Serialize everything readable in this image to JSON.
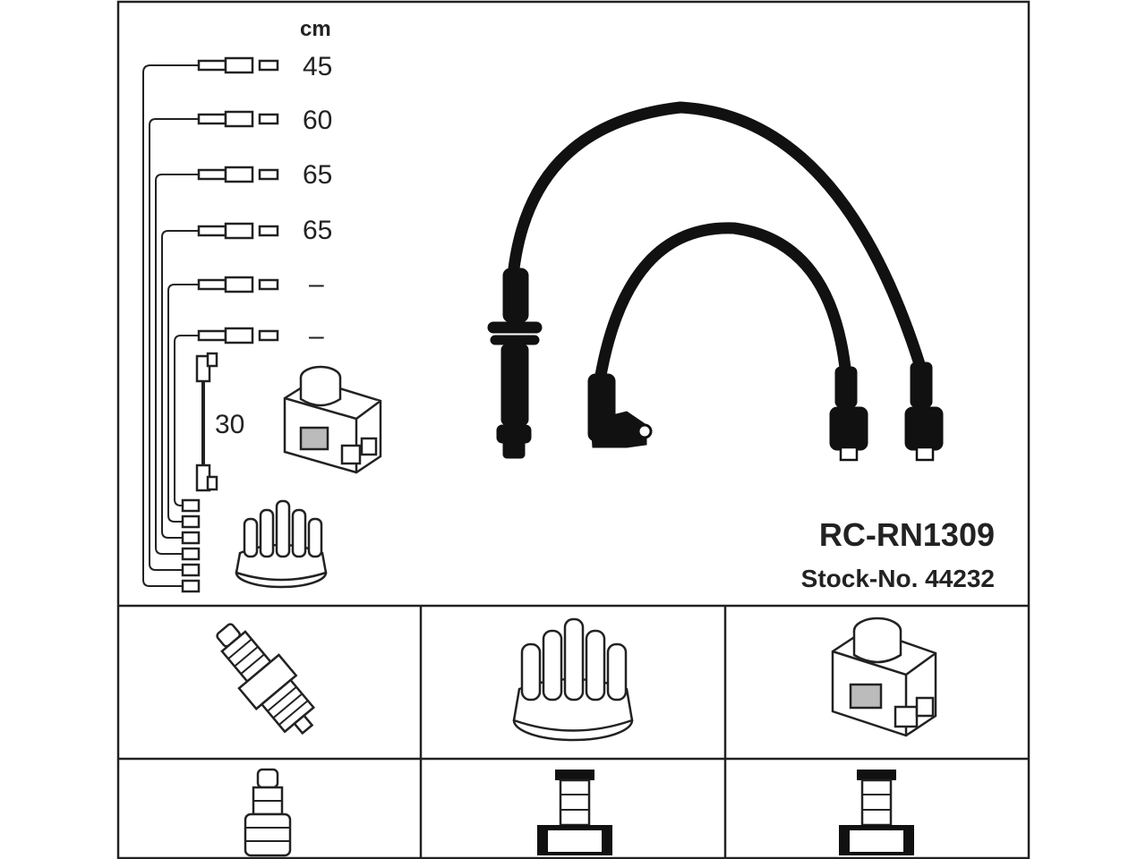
{
  "diagram": {
    "unit_label": "cm",
    "lengths": [
      "45",
      "60",
      "65",
      "65",
      "–",
      "–"
    ],
    "coil_lead_length": "30",
    "product_code": "RC-RN1309",
    "stock_number": "Stock-No. 44232"
  },
  "colors": {
    "line": "#222222",
    "background": "#ffffff",
    "wire": "#111111"
  },
  "parts": {
    "left": "spark-plug-icon",
    "middle": "distributor-cap-icon",
    "right": "ignition-coil-icon"
  }
}
